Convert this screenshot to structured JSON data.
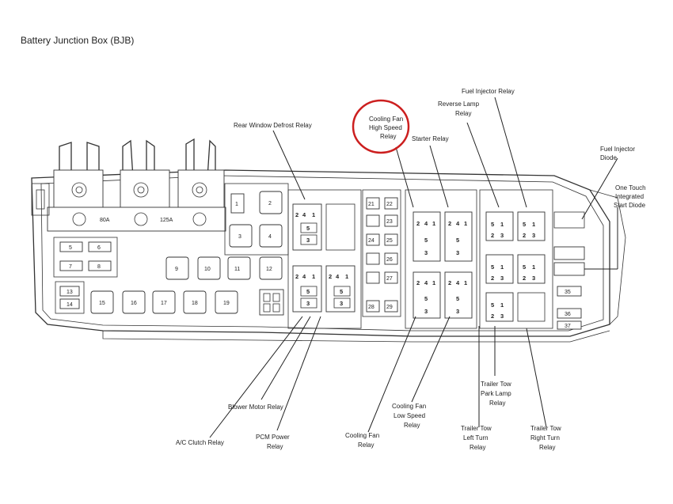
{
  "title": "Battery Junction Box (BJB)",
  "highlight_color": "#cc1f1f",
  "labels": {
    "rear_window_defrost": "Rear Window Defrost Relay",
    "cooling_fan_high_1": "Cooling Fan",
    "cooling_fan_high_2": "High Speed",
    "cooling_fan_high_3": "Relay",
    "starter": "Starter Relay",
    "reverse_lamp_1": "Reverse Lamp",
    "reverse_lamp_2": "Relay",
    "fuel_injector_relay": "Fuel Injector Relay",
    "fuel_injector_diode_1": "Fuel Injector",
    "fuel_injector_diode_2": "Diode",
    "one_touch_1": "One Touch",
    "one_touch_2": "Integrated",
    "one_touch_3": "Start Diode",
    "blower_motor": "Blower Motor Relay",
    "ac_clutch": "A/C Clutch Relay",
    "pcm_power_1": "PCM Power",
    "pcm_power_2": "Relay",
    "cooling_fan_1": "Cooling Fan",
    "cooling_fan_2": "Relay",
    "cooling_fan_low_1": "Cooling Fan",
    "cooling_fan_low_2": "Low Speed",
    "cooling_fan_low_3": "Relay",
    "trailer_left_1": "Trailer Tow",
    "trailer_left_2": "Left Turn",
    "trailer_left_3": "Relay",
    "trailer_park_1": "Trailer Tow",
    "trailer_park_2": "Park Lamp",
    "trailer_park_3": "Relay",
    "trailer_right_1": "Trailer Tow",
    "trailer_right_2": "Right Turn",
    "trailer_right_3": "Relay"
  },
  "fuse_numbers": {
    "f1": "1",
    "f2": "2",
    "f3": "3",
    "f4": "4",
    "f5": "5",
    "f6": "6",
    "f7": "7",
    "f8": "8",
    "f9": "9",
    "f10": "10",
    "f11": "11",
    "f12": "12",
    "f13": "13",
    "f14": "14",
    "f15": "15",
    "f16": "16",
    "f17": "17",
    "f18": "18",
    "f19": "19",
    "f21": "21",
    "f22": "22",
    "f23": "23",
    "f24": "24",
    "f25": "25",
    "f26": "26",
    "f27": "27",
    "f28": "28",
    "f29": "29",
    "f35": "35",
    "f36": "36",
    "f37": "37",
    "m80a": "80A",
    "m125a": "125A"
  },
  "relay_pins": {
    "p1": "1",
    "p2": "2",
    "p3": "3",
    "p4": "4",
    "p5": "5"
  }
}
